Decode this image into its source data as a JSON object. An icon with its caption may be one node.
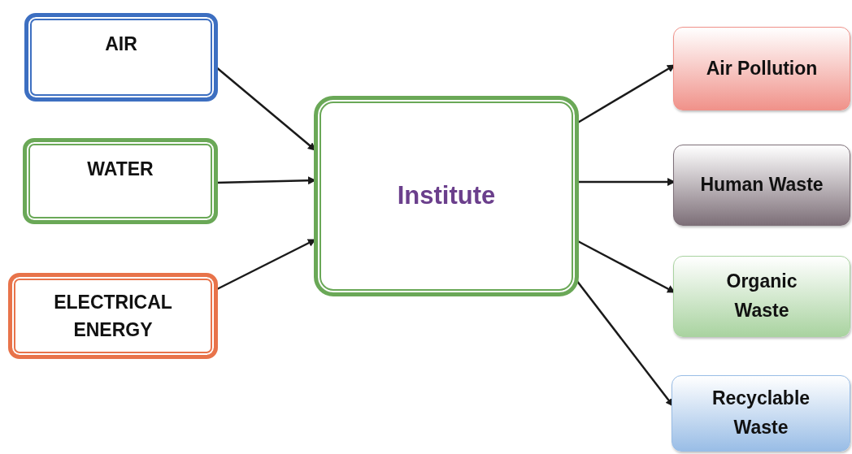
{
  "diagram": {
    "nodes": [
      {
        "text": [
          "AIR"
        ]
      },
      {
        "text": [
          "WATER"
        ]
      },
      {
        "text": [
          "ELECTRICAL ENERGY"
        ]
      },
      {
        "text": [
          "Institute"
        ]
      },
      {
        "text": [
          "Air Pollution"
        ]
      },
      {
        "text": [
          "Human Waste"
        ]
      },
      {
        "text": [
          "Organic Waste"
        ]
      },
      {
        "text": [
          "Recyclable Waste"
        ]
      }
    ],
    "edges": [
      {
        "from": 0,
        "to": 3,
        "arrow": "to"
      },
      {
        "from": 1,
        "to": 3,
        "arrow": "to"
      },
      {
        "from": 2,
        "to": 3,
        "arrow": "to"
      },
      {
        "from": 3,
        "to": 4,
        "arrow": "to"
      },
      {
        "from": 3,
        "to": 5,
        "arrow": "to"
      },
      {
        "from": 3,
        "to": 6,
        "arrow": "to"
      },
      {
        "from": 3,
        "to": 7,
        "arrow": "to"
      }
    ]
  }
}
